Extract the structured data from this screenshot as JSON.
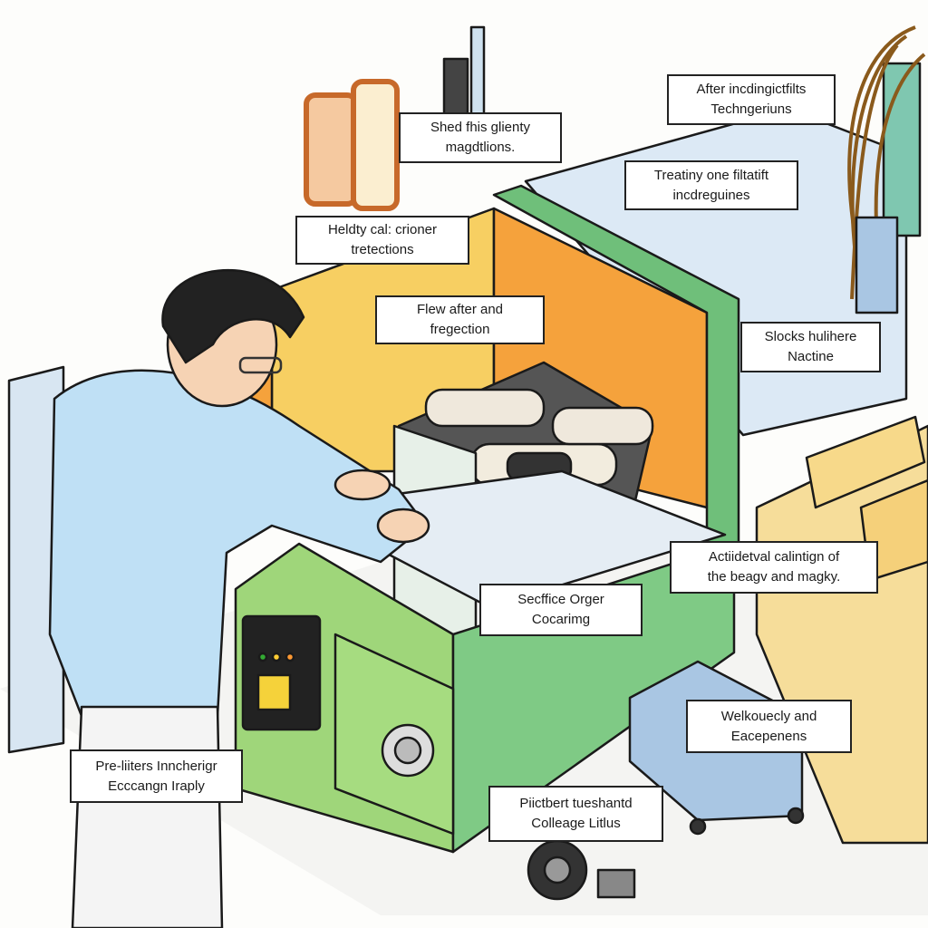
{
  "illustration": {
    "subject": "technician-servicing-machine",
    "colors": {
      "machine_green": "#9fd67a",
      "dark_green": "#6fbf7a",
      "orange": "#f5a23c",
      "yellow": "#f7cf62",
      "shirt": "#bfe0f5",
      "frame": "#cfe2f0",
      "wood": "#f6dd9a"
    }
  },
  "callouts": [
    {
      "line1": "Shed fhis glienty",
      "line2": "magdtlions."
    },
    {
      "line1": "After incdingictfilts",
      "line2": "Techngeriuns"
    },
    {
      "line1": "Treatiny one filtatift",
      "line2": "incdreguines"
    },
    {
      "line1": "Heldty cal: crioner",
      "line2": "tretections"
    },
    {
      "line1": "Flew after and",
      "line2": "fregection"
    },
    {
      "line1": "Slocks hulihere",
      "line2": "Nactine"
    },
    {
      "line1": "Actiidetval calintign of",
      "line2": "the beagv and magky."
    },
    {
      "line1": "Secffice Orger",
      "line2": "Cocarimg"
    },
    {
      "line1": "Welkouecly and",
      "line2": "Eacepenens"
    },
    {
      "line1": "Pre-liiters Inncherigr",
      "line2": "Ecccangn Iraply"
    },
    {
      "line1": "Piictbert tueshantd",
      "line2": "Colleage Litlus"
    }
  ]
}
